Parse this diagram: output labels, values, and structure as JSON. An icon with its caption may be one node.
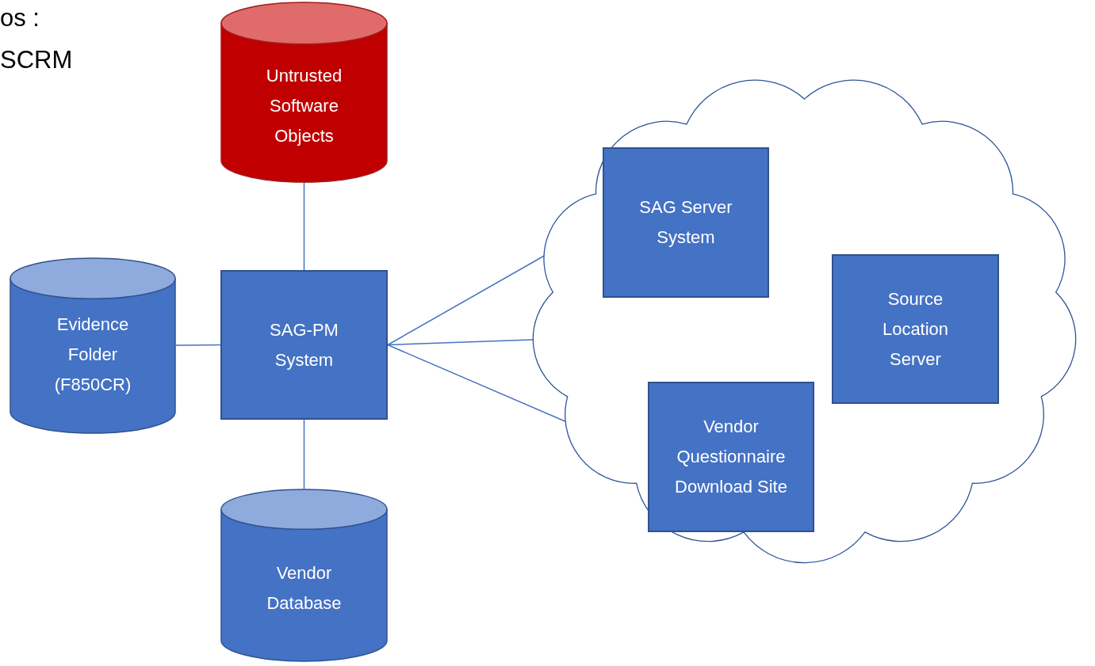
{
  "diagram": {
    "nodes": [
      {
        "text": [
          "Untrusted Software Objects"
        ]
      },
      {
        "text": [
          "Evidence Folder (F850CR)"
        ]
      },
      {
        "text": [
          "SAG-PM System"
        ]
      },
      {
        "text": [
          "Vendor Database"
        ]
      },
      {
        "text": [],
        "shape": "cloud"
      },
      {
        "text": [
          "SAG Server System"
        ],
        "in": 4
      },
      {
        "text": [
          "Source Location Server"
        ],
        "in": 4
      },
      {
        "text": [
          "Vendor Questionnaire Download Site"
        ],
        "in": 4
      }
    ],
    "edges": [
      {
        "from": 0,
        "to": 2,
        "arrow": "none"
      },
      {
        "from": 1,
        "to": 2,
        "arrow": "none"
      },
      {
        "from": 2,
        "to": 3,
        "arrow": "none"
      },
      {
        "from": 2,
        "to": 5,
        "arrow": "none"
      },
      {
        "from": 2,
        "to": 6,
        "arrow": "none"
      },
      {
        "from": 2,
        "to": 7,
        "arrow": "none"
      }
    ],
    "labels": [
      "os :",
      "SCRM"
    ]
  }
}
